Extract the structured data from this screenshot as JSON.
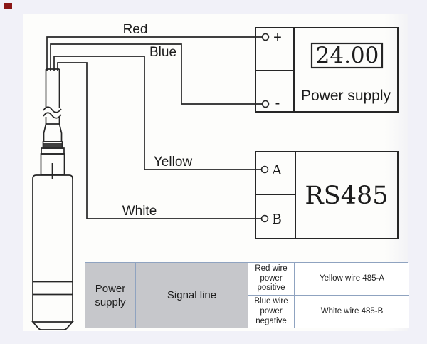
{
  "diagram": {
    "wire_labels": {
      "red": "Red",
      "blue": "Blue",
      "yellow": "Yellow",
      "white": "White"
    },
    "power_supply": {
      "terminal_positive": "+",
      "terminal_negative": "-",
      "display_value": "24.00",
      "label": "Power supply"
    },
    "rs485": {
      "terminal_a": "A",
      "terminal_b": "B",
      "label": "RS485"
    }
  },
  "table": {
    "power_group_label": "Power supply",
    "power_rows": [
      "Red wire power positive",
      "Blue wire power negative"
    ],
    "signal_group_label": "Signal line",
    "signal_rows": [
      "Yellow wire 485-A",
      "White wire 485-B"
    ]
  },
  "colors": {
    "line": "#262626",
    "table_border": "#8fa3c0",
    "table_gray_cell": "#c6c7cb",
    "background": "#f1f1f8",
    "panel": "#fdfdfb",
    "corner_mark": "#8a1616"
  }
}
